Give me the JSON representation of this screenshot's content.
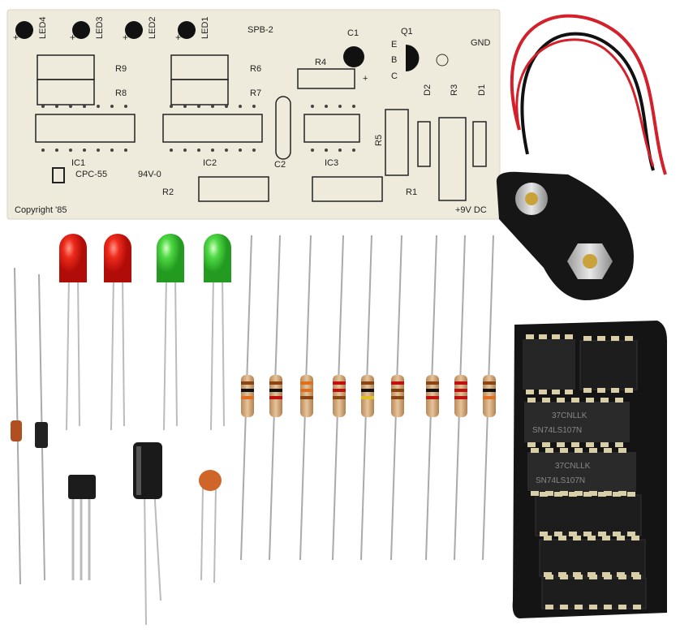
{
  "pcb": {
    "board_id": "SPB-2",
    "copyright": "Copyright '85",
    "maker": "CPC-55",
    "rating": "94V-0",
    "power": "+9V DC",
    "ground": "GND",
    "led_labels": [
      "LED4",
      "LED3",
      "LED2",
      "LED1"
    ],
    "plus": "+",
    "resistor_labels": {
      "r1": "R1",
      "r2": "R2",
      "r3": "R3",
      "r4": "R4",
      "r5": "R5",
      "r6": "R6",
      "r7": "R7",
      "r8": "R8",
      "r9": "R9"
    },
    "ic_labels": [
      "IC1",
      "IC2",
      "IC3"
    ],
    "cap_labels": {
      "c1": "C1",
      "c2": "C2"
    },
    "diode_labels": {
      "d1": "D1",
      "d2": "D2"
    },
    "transistor": {
      "label": "Q1",
      "pins": [
        "E",
        "B",
        "C"
      ]
    }
  },
  "chips": {
    "ic_top_line": "37CNLLK",
    "ic_part": "SN74LS107N"
  },
  "colors": {
    "board": "#efebdc",
    "led_red": "#e0140f",
    "led_green": "#3fcf3a",
    "foam": "#141414",
    "wire_red": "#d3202a",
    "wire_black": "#111111"
  }
}
